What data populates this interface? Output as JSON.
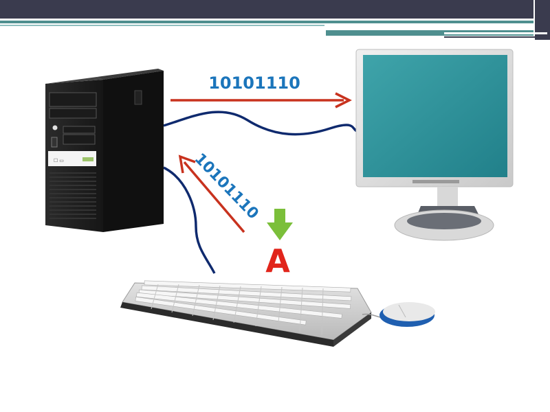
{
  "diagram": {
    "output_bits": "10101110",
    "input_bits": "10101110",
    "key_letter": "A"
  },
  "colors": {
    "header": "#3a3b4e",
    "accent_teal": "#4f8f8f",
    "data_arrow": "#c8321e",
    "cable": "#0f2a6e",
    "bits_text": "#1b75bb",
    "key_letter": "#e1251b",
    "press_arrow": "#7bbf3a"
  },
  "icons": [
    "computer-tower-icon",
    "monitor-icon",
    "keyboard-icon",
    "mouse-icon",
    "down-arrow-icon"
  ]
}
